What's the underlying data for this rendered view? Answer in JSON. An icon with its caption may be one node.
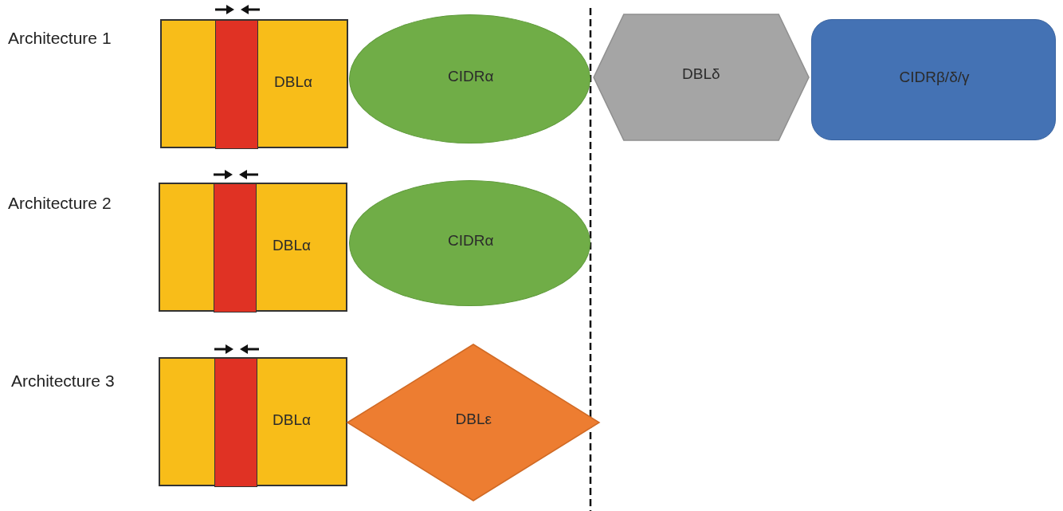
{
  "diagram": {
    "nodes": [
      {
        "text": [
          "DBLα"
        ]
      },
      {
        "text": [],
        "shape": "bar",
        "in": 0
      },
      {
        "text": [
          "CIDRα"
        ]
      },
      {
        "text": [
          "DBLδ"
        ]
      },
      {
        "text": [
          "CIDRβ/δ/γ"
        ]
      },
      {
        "text": [
          "DBLα"
        ]
      },
      {
        "text": [],
        "shape": "bar",
        "in": 5
      },
      {
        "text": [
          "CIDRα"
        ]
      },
      {
        "text": [
          "DBLα"
        ]
      },
      {
        "text": [],
        "shape": "bar",
        "in": 8
      },
      {
        "text": [
          "DBLε"
        ]
      }
    ],
    "edges": [],
    "labels": [
      "Architecture 1",
      "Architecture 2",
      "Architecture 3"
    ]
  }
}
